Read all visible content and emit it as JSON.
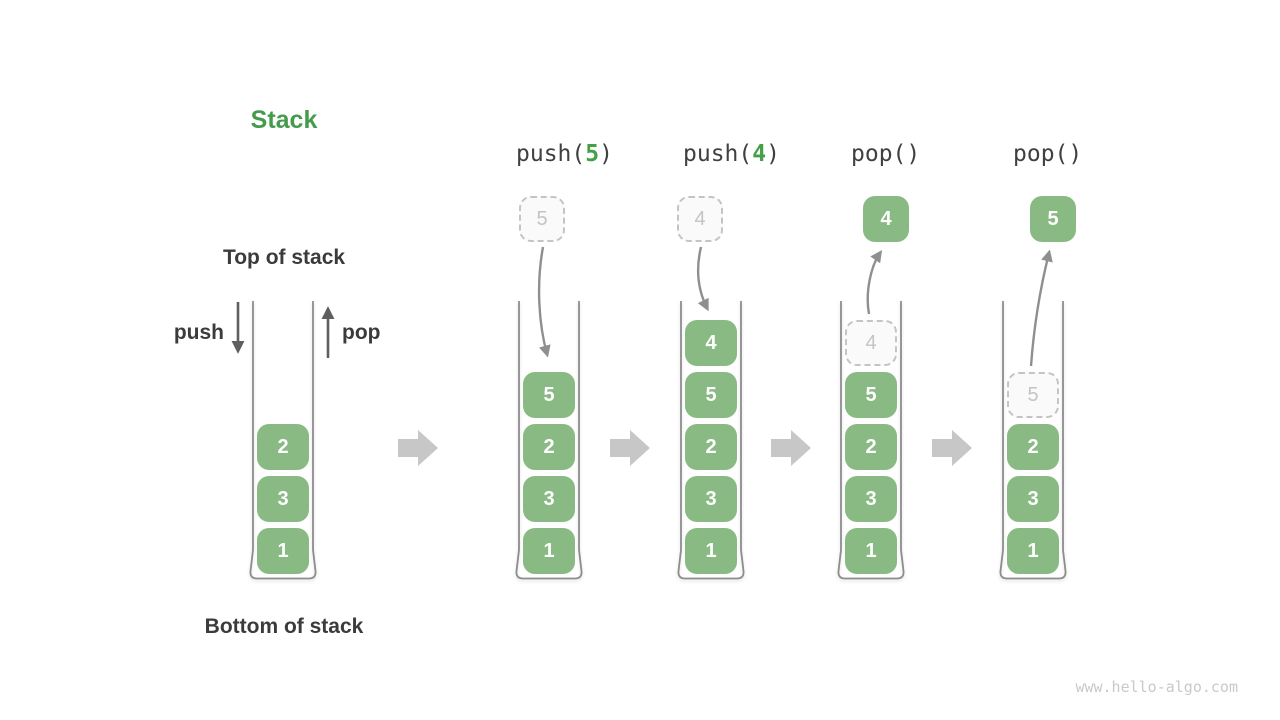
{
  "colors": {
    "accent-green": "#459b4c",
    "code-green": "#43a047",
    "box-green": "#8aba83",
    "box-text": "#ffffff",
    "text-dark": "#3b3b3b",
    "code-text": "#404040",
    "ghost-border": "#c4c4c4",
    "ghost-fill": "#fafafa",
    "ghost-text": "#c4c4c4",
    "watermark": "#c9c9c9",
    "vessel-stroke": "#8d8d8d",
    "curve-arrow": "#8f8f8f",
    "pushpop-arrow": "#5f5f5f",
    "block-arrow": "#c7c7c7"
  },
  "intro": {
    "title": "Stack",
    "top_of_stack": "Top of stack",
    "bottom_of_stack": "Bottom of stack",
    "push": "push",
    "pop": "pop",
    "items": [
      {
        "value": "2",
        "variant": "solid"
      },
      {
        "value": "3",
        "variant": "solid"
      },
      {
        "value": "1",
        "variant": "solid"
      }
    ]
  },
  "stages": [
    {
      "label": {
        "prefix": "push(",
        "arg": "5",
        "close": ")"
      },
      "floating": {
        "value": "5",
        "variant": "ghost"
      },
      "stack": [
        {
          "value": "5",
          "variant": "solid"
        },
        {
          "value": "2",
          "variant": "solid"
        },
        {
          "value": "3",
          "variant": "solid"
        },
        {
          "value": "1",
          "variant": "solid"
        }
      ]
    },
    {
      "label": {
        "prefix": "push(",
        "arg": "4",
        "close": ")"
      },
      "floating": {
        "value": "4",
        "variant": "ghost"
      },
      "stack": [
        {
          "value": "4",
          "variant": "solid"
        },
        {
          "value": "5",
          "variant": "solid"
        },
        {
          "value": "2",
          "variant": "solid"
        },
        {
          "value": "3",
          "variant": "solid"
        },
        {
          "value": "1",
          "variant": "solid"
        }
      ]
    },
    {
      "label": {
        "prefix": "pop(",
        "arg": "",
        "close": ")"
      },
      "floating": {
        "value": "4",
        "variant": "solid"
      },
      "stack": [
        {
          "value": "4",
          "variant": "ghost"
        },
        {
          "value": "5",
          "variant": "solid"
        },
        {
          "value": "2",
          "variant": "solid"
        },
        {
          "value": "3",
          "variant": "solid"
        },
        {
          "value": "1",
          "variant": "solid"
        }
      ]
    },
    {
      "label": {
        "prefix": "pop(",
        "arg": "",
        "close": ")"
      },
      "floating": {
        "value": "5",
        "variant": "solid"
      },
      "stack": [
        {
          "value": "5",
          "variant": "ghost"
        },
        {
          "value": "2",
          "variant": "solid"
        },
        {
          "value": "3",
          "variant": "solid"
        },
        {
          "value": "1",
          "variant": "solid"
        }
      ]
    }
  ],
  "watermark": "www.hello-algo.com"
}
